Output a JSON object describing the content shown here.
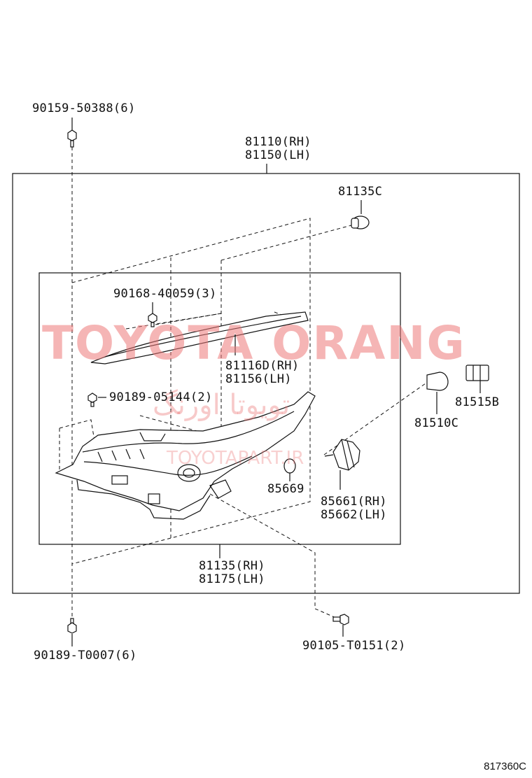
{
  "watermark": {
    "brand": "TOYOTA ORANG",
    "persian": "تویوتا اورنگ",
    "url": "TOYOTAPART.IR"
  },
  "diagram_code": "817360C",
  "labels": {
    "screw_top": "90159-50388(6)",
    "assembly_rh": "81110(RH)",
    "assembly_lh": "81150(LH)",
    "socket": "81135C",
    "screw_90168": "90168-40059(3)",
    "molding_rh": "81116D(RH)",
    "molding_lh": "81156(LH)",
    "screw_90189_05144": "90189-05144(2)",
    "bulb": "81510C",
    "socket_81515b": "81515B",
    "oring": "85669",
    "bulb_sub_rh": "85661(RH)",
    "bulb_sub_lh": "85662(LH)",
    "unit_rh": "81135(RH)",
    "unit_lh": "81175(LH)",
    "screw_bottom": "90189-T0007(6)",
    "screw_90105": "90105-T0151(2)"
  }
}
